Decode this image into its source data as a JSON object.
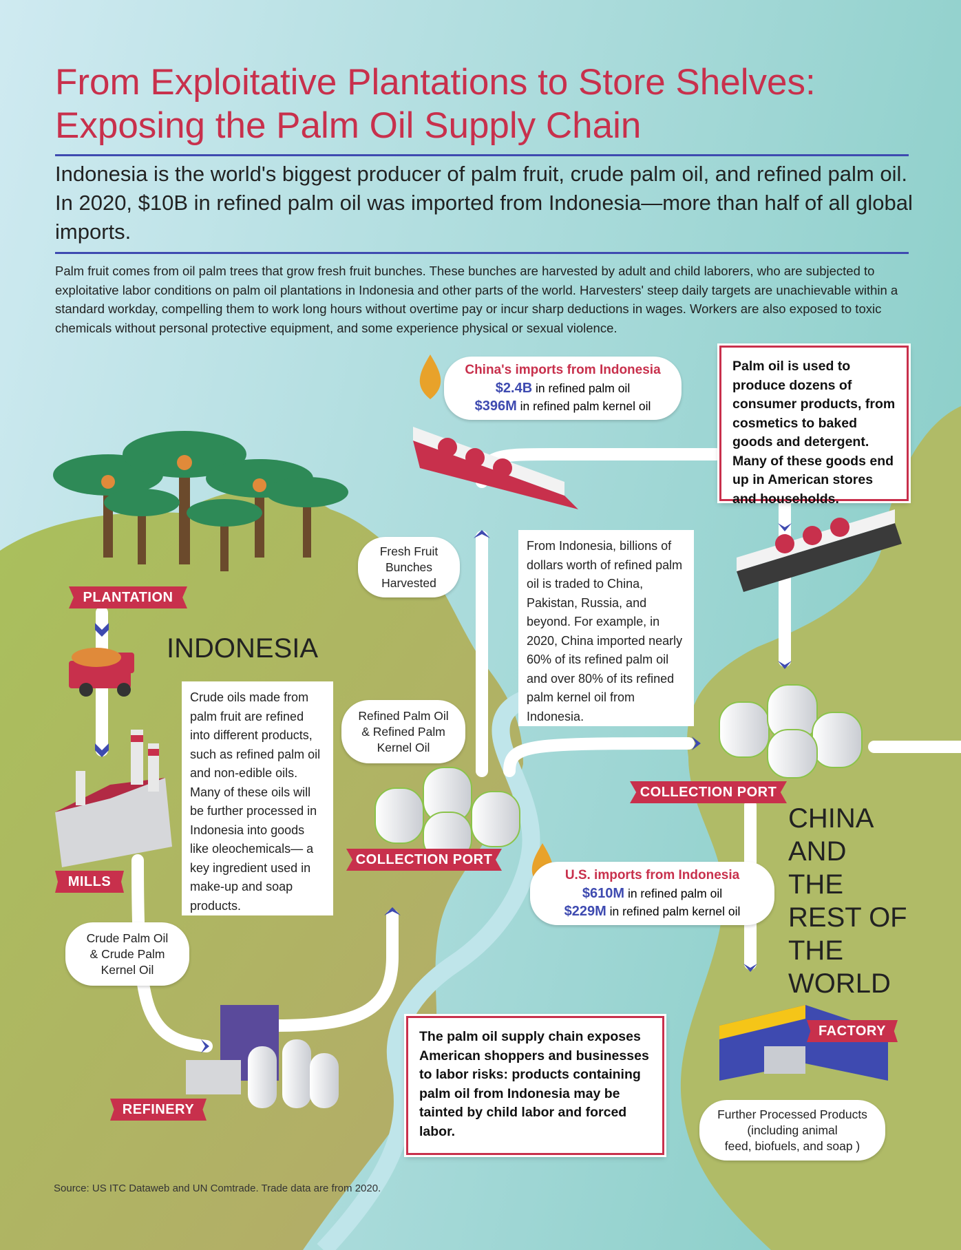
{
  "header": {
    "title_line1": "From Exploitative Plantations to Store Shelves:",
    "title_line2": "Exposing the Palm Oil Supply Chain",
    "subtitle": "Indonesia is the world's biggest producer of palm fruit, crude palm oil, and refined palm oil.  In 2020, $10B in refined palm oil was imported from Indonesia—more than half of all global imports.",
    "intro": "Palm fruit comes from oil palm trees that grow fresh fruit bunches.  These bunches are harvested by adult and child laborers, who are subjected to exploitative labor conditions on palm oil plantations in Indonesia and other parts of the world.  Harvesters' steep daily targets are unachievable within a standard workday, compelling them to work long hours without overtime pay or incur sharp deductions in wages.  Workers are also exposed to toxic chemicals without personal protective equipment, and some experience physical or sexual violence."
  },
  "regions": {
    "indonesia": "INDONESIA",
    "rest_line1": "CHINA",
    "rest_line2": "AND",
    "rest_line3": "THE",
    "rest_line4": "REST OF",
    "rest_line5": "THE",
    "rest_line6": "WORLD"
  },
  "stages": {
    "plantation": "PLANTATION",
    "mills": "MILLS",
    "refinery": "REFINERY",
    "collection_port_indonesia": "COLLECTION  PORT",
    "collection_port_world": "COLLECTION  PORT",
    "factory": "FACTORY"
  },
  "labels": {
    "fresh_fruit_1": "Fresh Fruit",
    "fresh_fruit_2": "Bunches",
    "fresh_fruit_3": "Harvested",
    "crude_1": "Crude Palm Oil",
    "crude_2": "& Crude Palm",
    "crude_3": "Kernel Oil",
    "refined_1": "Refined Palm Oil",
    "refined_2": "& Refined Palm",
    "refined_3": "Kernel Oil",
    "further_1": "Further Processed Products",
    "further_2": "(including animal",
    "further_3": "feed, biofuels, and soap )"
  },
  "china_imports": {
    "heading": "China's imports from Indonesia",
    "amount1": "$2.4B",
    "item1": "in refined palm oil",
    "amount2": "$396M",
    "item2": "in refined palm kernel oil"
  },
  "us_imports": {
    "heading": "U.S. imports from Indonesia",
    "amount1": "$610M",
    "item1": "in refined palm oil",
    "amount2": "$229M",
    "item2": "in refined palm kernel oil"
  },
  "boxes": {
    "crude_oils_text": "Crude oils made from palm fruit are refined into different products, such as refined palm oil and non-edible oils. Many of these oils will be further processed in Indonesia into goods like oleochemicals— a key ingredient used in make-up and soap products.",
    "trade_text": "From Indonesia, billions of dollars worth of refined palm oil is traded to China, Pakistan, Russia, and beyond.  For example, in 2020, China imported nearly 60% of its refined palm oil and over 80% of its refined palm kernel oil from Indonesia.",
    "consumer_text": "Palm oil is used to produce dozens of consumer products, from cosmetics to baked goods and detergent.  Many of these goods end up in American stores and households.",
    "risk_text": "The palm oil supply chain exposes American shoppers and businesses to labor risks: products containing palm oil from Indonesia may be tainted by child labor and forced labor."
  },
  "footer": {
    "source": "Source: US ITC Dataweb and UN Comtrade. Trade data are from 2020."
  },
  "colors": {
    "accent_red": "#c8304c",
    "accent_blue": "#3e4ab0",
    "water": "#bfe5ea",
    "land": "#a9bb5a"
  }
}
